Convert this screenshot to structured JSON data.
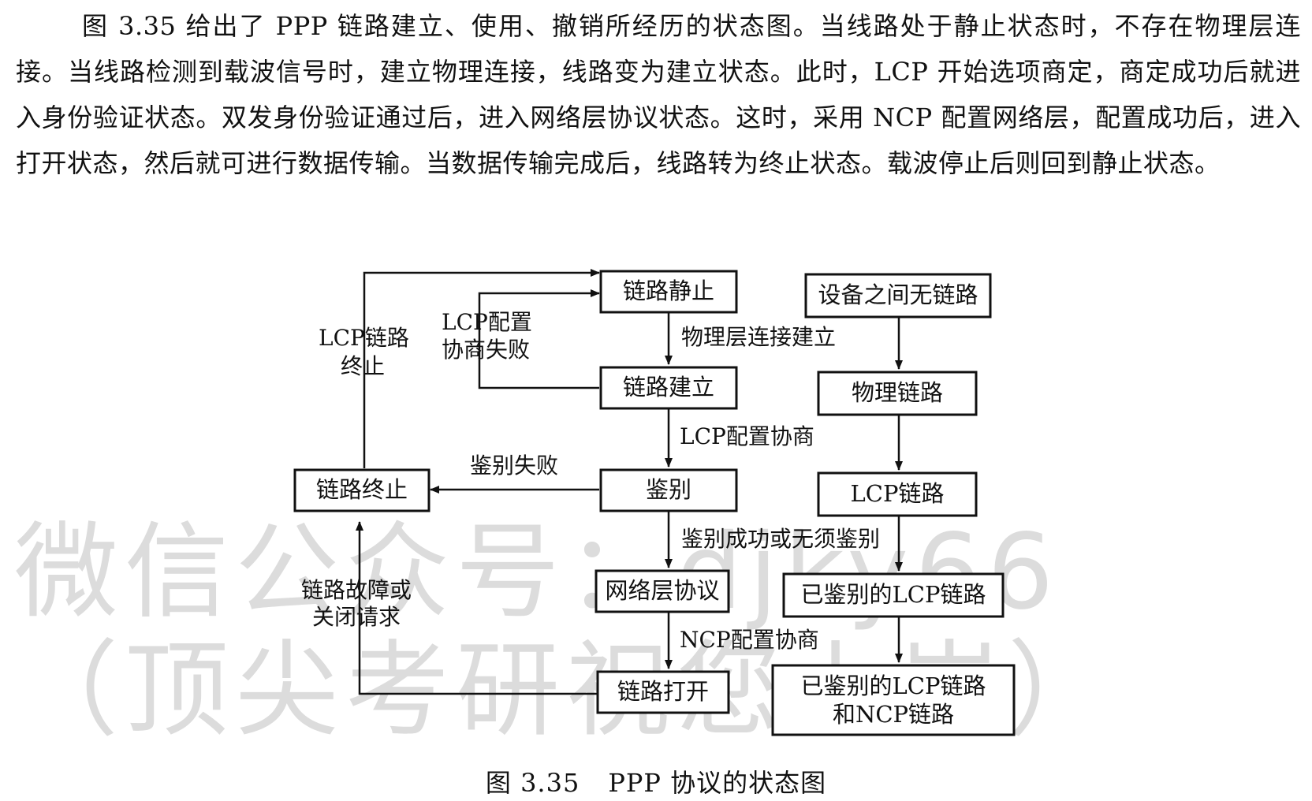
{
  "paragraph": "图 3.35 给出了 PPP 链路建立、使用、撤销所经历的状态图。当线路处于静止状态时，不存在物理层连接。当线路检测到载波信号时，建立物理连接，线路变为建立状态。此时，LCP 开始选项商定，商定成功后就进入身份验证状态。双发身份验证通过后，进入网络层协议状态。这时，采用 NCP 配置网络层，配置成功后，进入打开状态，然后就可进行数据传输。当数据传输完成后，线路转为终止状态。载波停止后则回到静止状态。",
  "watermark": {
    "line1": "微信公众号：djky66",
    "line2": "（顶尖考研祝您上岸）"
  },
  "diagram": {
    "states": {
      "link_dead": "链路静止",
      "link_establish": "链路建立",
      "authenticate": "鉴别",
      "network": "网络层协议",
      "link_open": "链路打开",
      "link_terminate": "链路终止"
    },
    "transitions": {
      "physical_up": "物理层连接建立",
      "lcp_negotiate": "LCP配置协商",
      "auth_fail": "鉴别失败",
      "auth_success": "鉴别成功或无须鉴别",
      "ncp_negotiate": "NCP配置协商",
      "lcp_fail_line1": "LCP配置",
      "lcp_fail_line2": "协商失败",
      "lcp_term_line1": "LCP链路",
      "lcp_term_line2": "终止",
      "fault_line1": "链路故障或",
      "fault_line2": "关闭请求"
    },
    "side": {
      "no_link": "设备之间无链路",
      "physical": "物理链路",
      "lcp": "LCP链路",
      "auth_lcp": "已鉴别的LCP链路",
      "auth_lcp_ncp_line1": "已鉴别的LCP链路",
      "auth_lcp_ncp_line2": "和NCP链路"
    }
  },
  "caption": {
    "number": "图 3.35",
    "title": "PPP 协议的状态图"
  }
}
